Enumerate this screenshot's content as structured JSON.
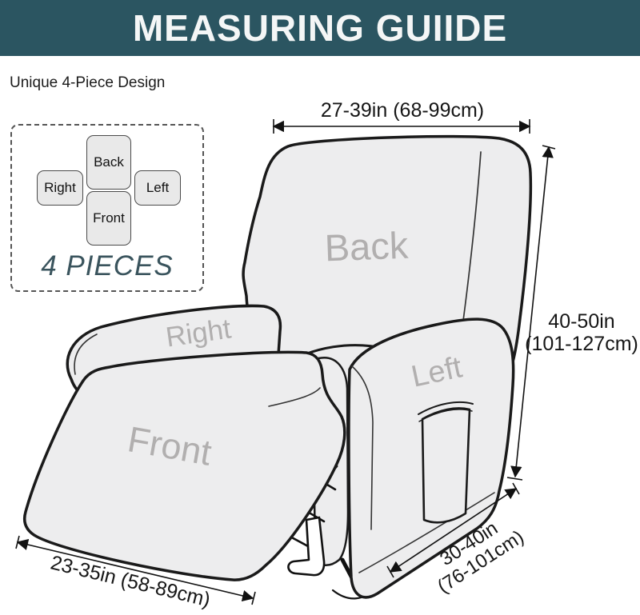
{
  "header": {
    "title": "MEASURING GUIIDE"
  },
  "subtitle": "Unique 4-Piece Design",
  "pieces_box": {
    "pieces": [
      {
        "label": "Back"
      },
      {
        "label": "Right"
      },
      {
        "label": "Left"
      },
      {
        "label": "Front"
      }
    ],
    "caption": "4 PIECES"
  },
  "chair_labels": {
    "back": "Back",
    "right": "Right",
    "left": "Left",
    "front": "Front"
  },
  "measurements": {
    "width_top": {
      "label": "27-39in (68-99cm)"
    },
    "height_right": {
      "line1": "40-50in",
      "line2": "(101-127cm)"
    },
    "length_bottom": {
      "label": "23-35in (58-89cm)"
    },
    "depth_bottom_right": {
      "line1": "30-40in",
      "line2": "(76-101cm)"
    }
  },
  "colors": {
    "banner_teal": "#2b5561",
    "caption_teal": "#3a545d",
    "chair_fill": "#ededee",
    "chair_outline": "#1a1a1a",
    "chair_label_gray": "#b1afaf"
  }
}
